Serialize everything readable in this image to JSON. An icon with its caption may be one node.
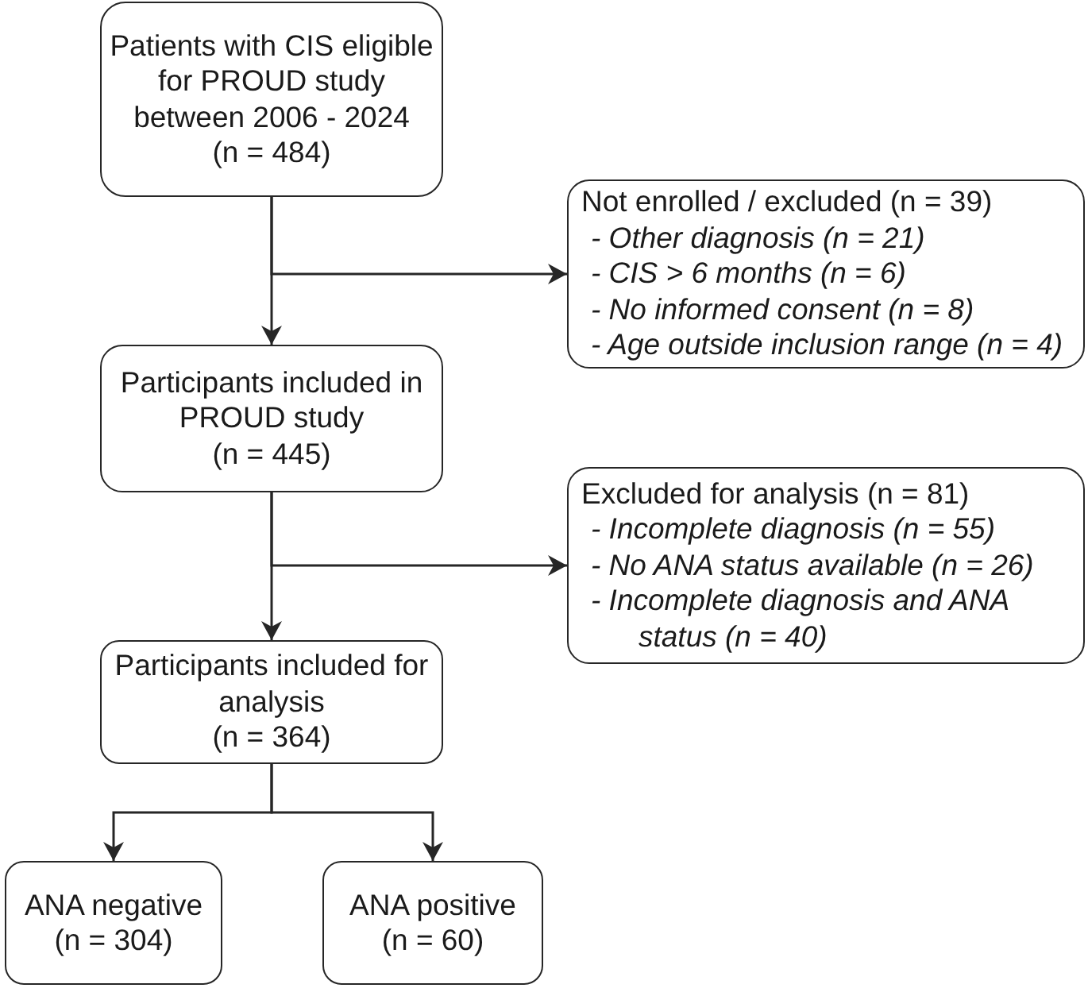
{
  "diagram": {
    "nodes": [
      {
        "text": [
          "Patients with CIS eligible for PROUD study between 2006 - 2024",
          "(n = 484)"
        ]
      },
      {
        "text": [
          "Not enrolled / excluded (n = 39)",
          "- Other diagnosis (n = 21)",
          "- CIS > 6 months (n = 6)",
          "- No informed consent (n = 8)",
          "- Age outside inclusion range (n = 4)"
        ]
      },
      {
        "text": [
          "Participants included in PROUD study",
          "(n = 445)"
        ]
      },
      {
        "text": [
          "Excluded for analysis (n = 81)",
          "- Incomplete diagnosis (n = 55)",
          "- No ANA status available (n = 26)",
          "- Incomplete diagnosis and ANA status (n = 40)"
        ]
      },
      {
        "text": [
          "Participants included for analysis",
          "(n = 364)"
        ]
      },
      {
        "text": [
          "ANA negative",
          "(n = 304)"
        ]
      },
      {
        "text": [
          "ANA positive",
          "(n = 60)"
        ]
      }
    ],
    "edges": [
      {
        "from": 0,
        "to": 2,
        "arrow": "to"
      },
      {
        "from": 0,
        "to": 1,
        "arrow": "to"
      },
      {
        "from": 2,
        "to": 4,
        "arrow": "to"
      },
      {
        "from": 2,
        "to": 3,
        "arrow": "to"
      },
      {
        "from": 4,
        "to": 5,
        "arrow": "to"
      },
      {
        "from": 4,
        "to": 6,
        "arrow": "to"
      }
    ]
  }
}
